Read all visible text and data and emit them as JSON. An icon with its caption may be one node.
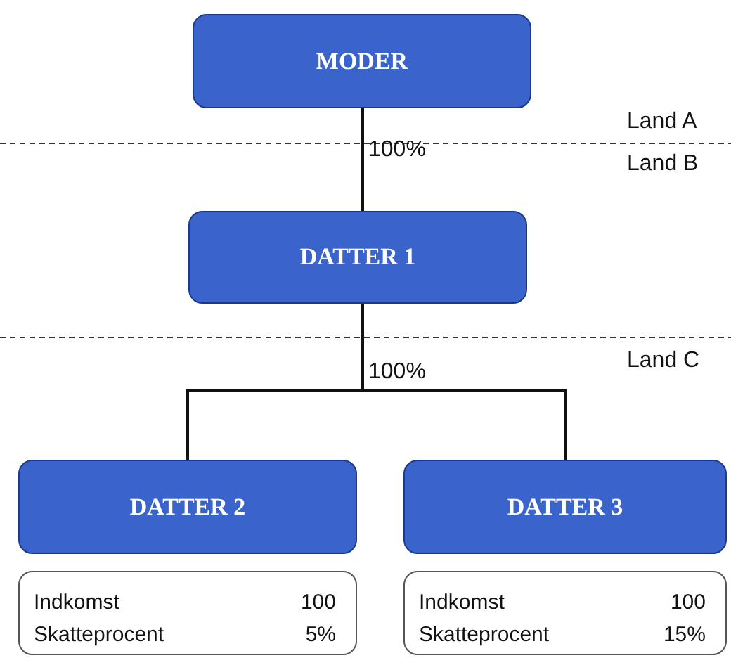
{
  "diagram": {
    "nodes": [
      {
        "text": [
          "MODER"
        ]
      },
      {
        "text": [
          "DATTER 1"
        ]
      },
      {
        "text": [
          "DATTER 2"
        ]
      },
      {
        "text": [
          "DATTER 3"
        ]
      },
      {
        "text": [
          "Indkomst",
          "100",
          "Skatteprocent",
          "5%"
        ]
      },
      {
        "text": [
          "Indkomst",
          "100",
          "Skatteprocent",
          "15%"
        ]
      }
    ],
    "edges": [
      {
        "from": 0,
        "to": 1,
        "arrow": "none",
        "label": "100%"
      },
      {
        "from": 1,
        "to": 2,
        "arrow": "none",
        "label": "100%"
      },
      {
        "from": 1,
        "to": 3,
        "arrow": "none"
      }
    ],
    "labels": [
      "Land A",
      "Land B",
      "Land C"
    ]
  }
}
